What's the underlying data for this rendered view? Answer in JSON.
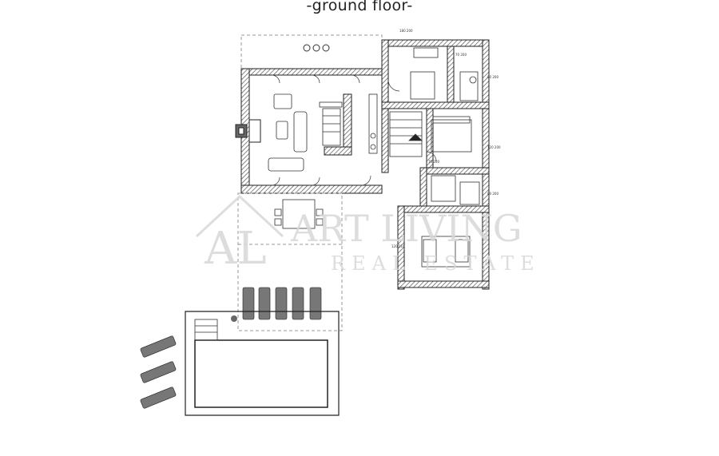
{
  "title": "-ground floor-",
  "watermark": {
    "monogram": "AL",
    "brand": "ART LIVING",
    "sub": "REAL ESTATE"
  },
  "room_dims": {
    "window_top_1": "180\n200",
    "window_top_2": "70\n200",
    "door_bath_1": "80\n200",
    "door_bed_2": "120\n200",
    "door_hall": "70\n200",
    "door_bed_3": "80\n200",
    "door_terrace": "120\n210"
  },
  "colors": {
    "wall_hatch": "#555555",
    "line": "#222222",
    "dashed": "#888888",
    "watermark": "#d8d8d8"
  }
}
